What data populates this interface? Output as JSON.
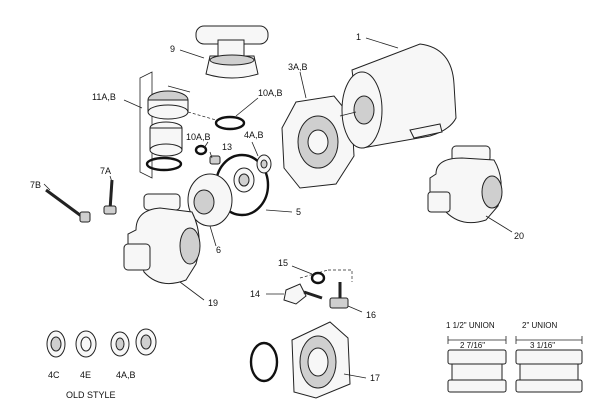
{
  "callouts": {
    "c1": "1",
    "c3": "3A,B",
    "c4": "4A,B",
    "c5": "5",
    "c6": "6",
    "c7a": "7A",
    "c7b": "7B",
    "c9": "9",
    "c10a": "10A,B",
    "c10b": "10A,B",
    "c11": "11A,B",
    "c13": "13",
    "c14": "14",
    "c15": "15",
    "c16": "16",
    "c17": "17",
    "c19": "19",
    "c20": "20",
    "c4c": "4C",
    "c4e": "4E",
    "c4ab_old": "4A,B"
  },
  "old_style_label": "OLD STYLE",
  "unions": {
    "u1_title": "1 1/2\" UNION",
    "u1_dim": "2 7/16\"",
    "u2_title": "2\" UNION",
    "u2_dim": "3 1/16\""
  }
}
